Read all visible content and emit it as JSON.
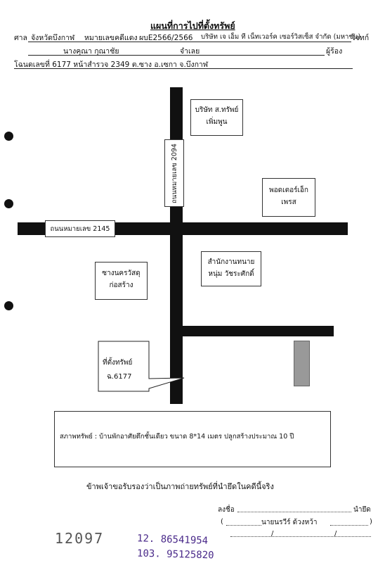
{
  "header": {
    "title": "แผนที่การไปที่ตั้งทรัพย์",
    "court_label": "ศาล",
    "court_value": "จังหวัดบึงกาฬ",
    "case_label": "หมายเลขคดีแดง",
    "case_value": "ผบE2566/2566",
    "plaintiff": "บริษัท เจ เอ็ม ที เน็ทเวอร์ค เซอร์วิสเซ็ส จำกัด (มหาชน)",
    "plaintiff_role": "โจทก์",
    "defendant": "นางคุณา กุณาชัย",
    "defendant_role": "จำเลย",
    "applicant_role": "ผู้ร้อง",
    "deed_line": "โฉนดเลขที่ 6177    หน้าสำรวจ 2349    ต.ซาง    อ.เซกา    จ.บึงกาฬ"
  },
  "map": {
    "road_vertical_label": "ถนนหมายเลข 2094",
    "road_horizontal_label": "ถนนหมายเลข 2145",
    "landmarks": {
      "company": [
        "บริษัท ส.ทรัพย์",
        "เพิ่มพูน"
      ],
      "pos_direct": [
        "พอดเตอร์เอ็ก",
        "เพรส"
      ],
      "law_office": [
        "สำนักงานทนาย",
        "หนุ่ม วัชระศักดิ์"
      ],
      "construction": [
        "ซางนครวัสดุ",
        "ก่อสร้าง"
      ]
    },
    "property_callout": [
      "ที่ตั้งทรัพย์",
      "ฉ.6177"
    ]
  },
  "condition_text": "สภาพทรัพย์ : บ้านพักอาศัยตึกชั้นเดียว ขนาด 8*14 เมตร ปลูกสร้างประมาณ 10 ปี",
  "certify_text": "ข้าพเจ้าขอรับรองว่าเป็นภาพถ่ายทรัพย์ที่นำยึดในคดีนี้จริง",
  "signature": {
    "sign_label": "ลงชื่อ",
    "role": "นำยึด",
    "name": "นายนรวีร์ ด้วงหว้า"
  },
  "handwritten": {
    "page_number": "12097",
    "phone_1": "12. 86541954",
    "phone_2": "103. 95125820"
  }
}
